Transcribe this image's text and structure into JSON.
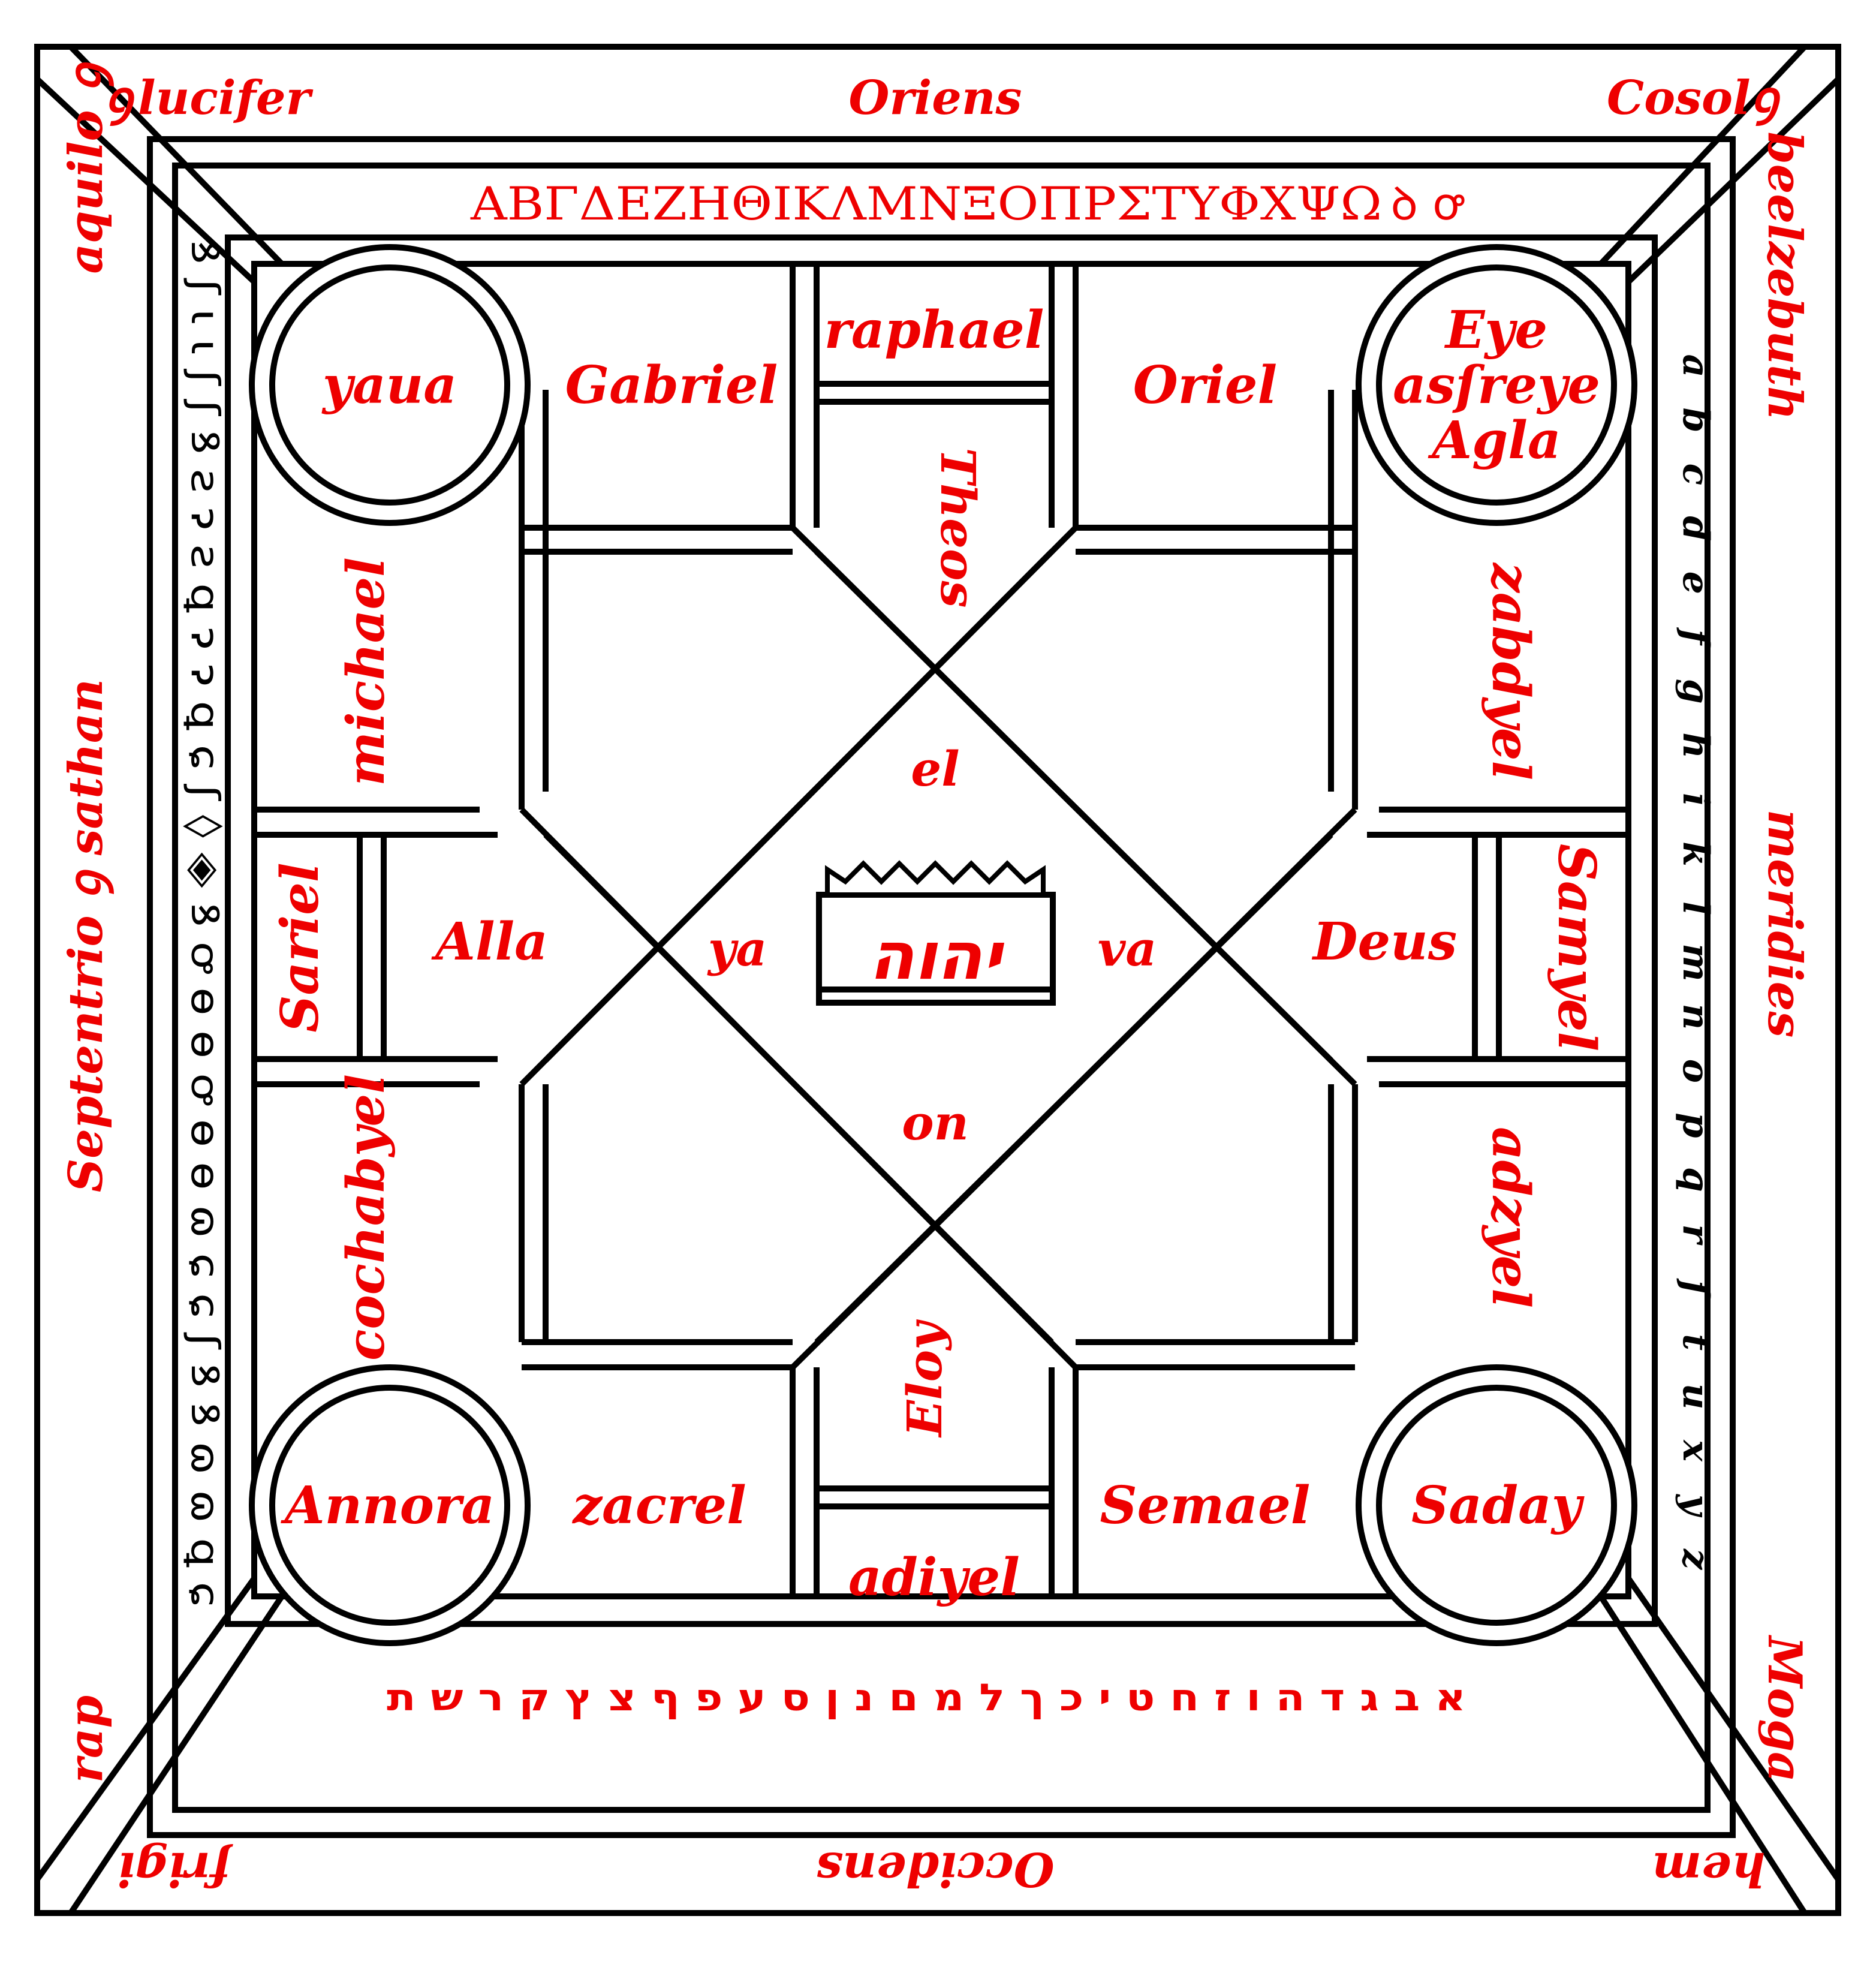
{
  "colors": {
    "ink": "#000000",
    "red": "#ee0000",
    "background": "#ffffff"
  },
  "outer": {
    "north": "Oriens",
    "top_left": "lucifer",
    "top_left_mark": "ꝯ",
    "top_right": "Cosol",
    "top_right_mark": "ꝯ",
    "left_top": "aquilo",
    "left_top_mark": "ꝯ",
    "left": "Septentrio ꝯ sathan",
    "right_top": "beelzebuth",
    "right": "meridies",
    "bottom_left_vertical": "rap",
    "bottom_left": "frigi",
    "south": "Occidens",
    "bottom_right": "hem",
    "right_bottom": "Moga"
  },
  "alphabets": {
    "greek": "ΑΒΓΔΕΖΗΘΙΚΛΜΝΞΟΠΡΣΤΥΦΧΨΩ",
    "greek_tail": "ꝺ ꝍ",
    "hebrew": "א ב ג ד ה ו ז ח ט י כ ך ל מ ם נ ן ס ע פ ף צ ץ ק ר ש ת",
    "latin": [
      "a",
      "b",
      "c",
      "d",
      "e",
      "f",
      "g",
      "h",
      "i",
      "k",
      "l",
      "m",
      "n",
      "o",
      "p",
      "q",
      "r",
      "ſ",
      "t",
      "u",
      "x",
      "y",
      "z"
    ],
    "left_glyphs": "ꝸ ʃ ɩ ɩ ʃ ʃ ꝸ ƨ ɂ ƨ ꝗ ɂ ɂ ꝗ ɕ ʃ ◊ ◈ ꝸ ꝍ ɵ ɵ ꝍ ɵ ɵ ɷ ɕ ɕ ʃ ꝸ ꝸ ɷ ɷ ꝗ ɕ"
  },
  "circles": {
    "top_left": [
      "yaua"
    ],
    "top_right": [
      "Eye",
      "asſreye",
      "Agla"
    ],
    "bottom_left": [
      "Annora"
    ],
    "bottom_right": [
      "Saday"
    ]
  },
  "names": {
    "gabriel": "Gabriel",
    "raphael": "raphael",
    "oriel": "Oriel",
    "michael": "michael",
    "zabdyel": "zabdyel",
    "sariel": "Sariel",
    "alla": "Alla",
    "deus": "Deus",
    "samyel": "Samyel",
    "cochabyel": "cochabyel",
    "adzyel": "adzyel",
    "zacrel": "zacrel",
    "semael": "Semael",
    "adiyel": "adiyel"
  },
  "center": {
    "theos": "Theos",
    "el": "el",
    "ya": "ya",
    "va": "va",
    "on": "on",
    "eloy": "Eloy",
    "tetragrammaton": "יהוה"
  }
}
